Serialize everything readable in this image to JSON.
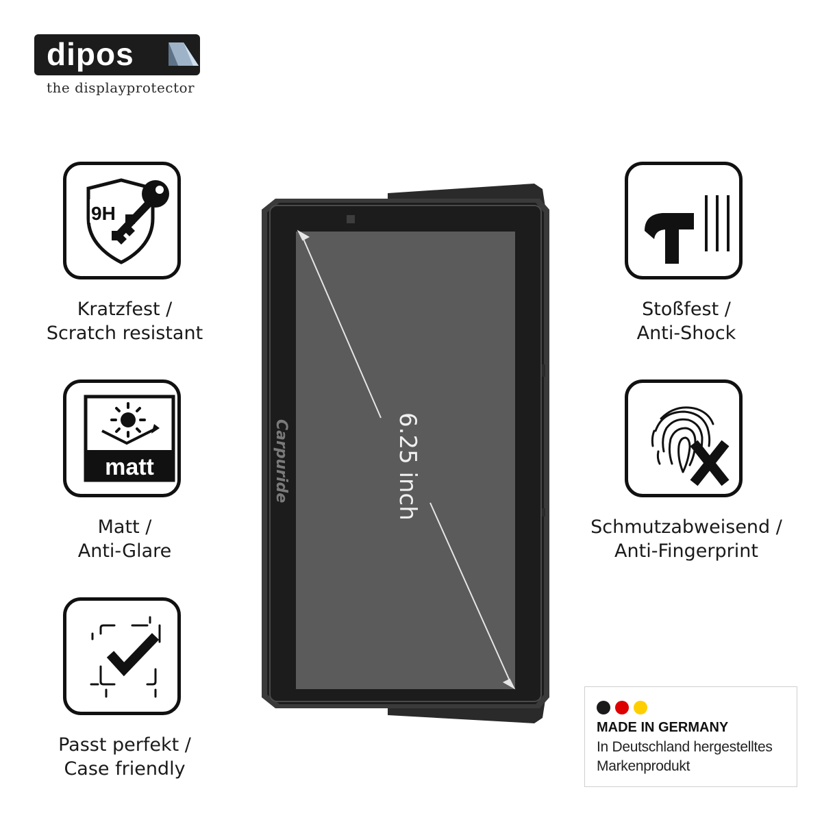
{
  "brand": {
    "logo_text": "dipos",
    "tagline": "the displayprotector"
  },
  "features_left": [
    {
      "icon": "shield-key-9h-icon",
      "badge": "9H",
      "line1": "Kratzfest /",
      "line2": "Scratch resistant"
    },
    {
      "icon": "sun-matt-icon",
      "badge": "matt",
      "line1": "Matt /",
      "line2": "Anti-Glare"
    },
    {
      "icon": "checkmark-frame-icon",
      "line1": "Passt perfekt /",
      "line2": "Case friendly"
    }
  ],
  "features_right": [
    {
      "icon": "hammer-icon",
      "line1": "Stoßfest /",
      "line2": "Anti-Shock"
    },
    {
      "icon": "fingerprint-x-icon",
      "line1": "Schmutzabweisend /",
      "line2": "Anti-Fingerprint"
    }
  ],
  "device": {
    "brand_label": "Carpuride",
    "diagonal_label": "6.25 inch"
  },
  "made_in_germany": {
    "flag_colors": [
      "#1a1a1a",
      "#dd0000",
      "#ffce00"
    ],
    "title": "MADE IN GERMANY",
    "line1": "In Deutschland hergestelltes",
    "line2": "Markenprodukt"
  },
  "colors": {
    "ink": "#111111",
    "screen": "#5b5b5b",
    "bezel": "#1c1c1c"
  }
}
